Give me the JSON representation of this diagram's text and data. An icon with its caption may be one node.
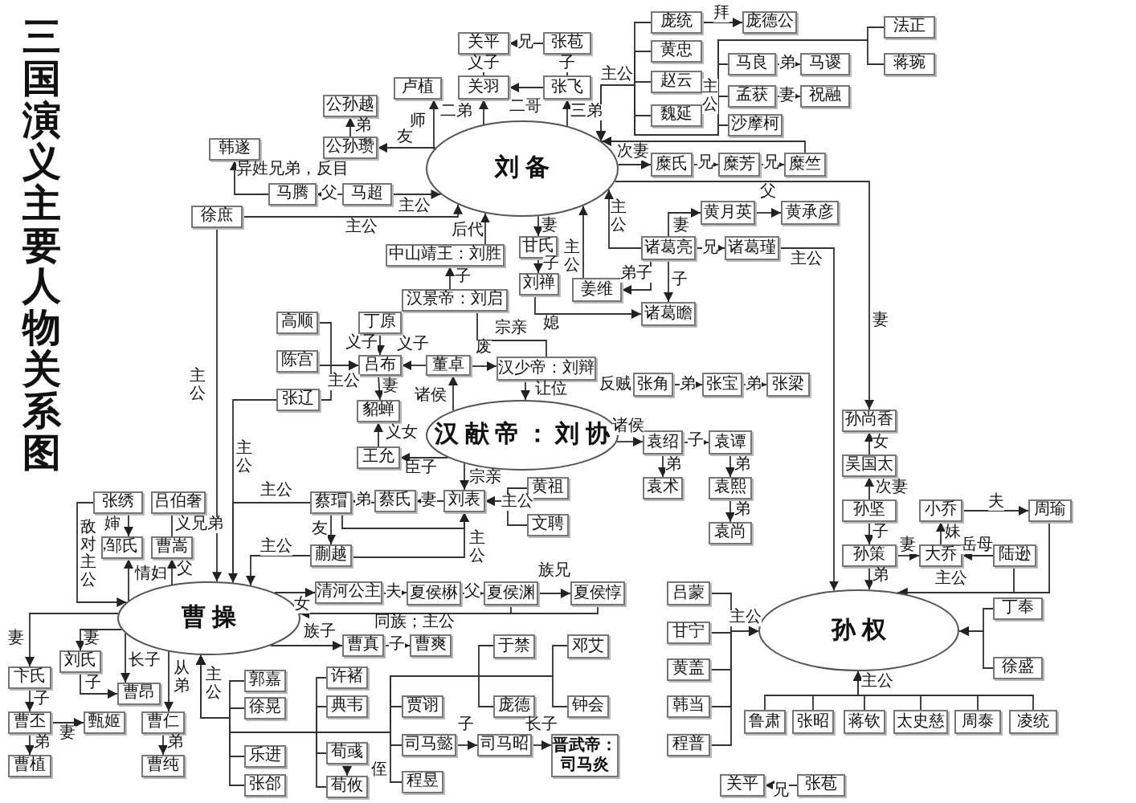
{
  "diagram": {
    "title": "三国演义主要人物关系图",
    "nodes": [
      {
        "text": [
          "刘备"
        ]
      },
      {
        "text": [
          "汉献帝：刘协"
        ]
      },
      {
        "text": [
          "曹操"
        ]
      },
      {
        "text": [
          "孙权"
        ]
      },
      {
        "text": [
          "关平"
        ]
      },
      {
        "text": [
          "张苞"
        ]
      },
      {
        "text": [
          "关羽"
        ]
      },
      {
        "text": [
          "张飞"
        ]
      },
      {
        "text": [
          "卢植"
        ]
      },
      {
        "text": [
          "公孙越"
        ]
      },
      {
        "text": [
          "公孙瓒"
        ]
      },
      {
        "text": [
          "韩遂"
        ]
      },
      {
        "text": [
          "马腾"
        ]
      },
      {
        "text": [
          "马超"
        ]
      },
      {
        "text": [
          "徐庶"
        ]
      },
      {
        "text": [
          "庞统"
        ]
      },
      {
        "text": [
          "庞德公"
        ]
      },
      {
        "text": [
          "黄忠"
        ]
      },
      {
        "text": [
          "赵云"
        ]
      },
      {
        "text": [
          "魏延"
        ]
      },
      {
        "text": [
          "马良"
        ]
      },
      {
        "text": [
          "孟获"
        ]
      },
      {
        "text": [
          "沙摩柯"
        ]
      },
      {
        "text": [
          "马谡"
        ]
      },
      {
        "text": [
          "祝融"
        ]
      },
      {
        "text": [
          "法正"
        ]
      },
      {
        "text": [
          "蒋琬"
        ]
      },
      {
        "text": [
          "糜氏"
        ]
      },
      {
        "text": [
          "糜芳"
        ]
      },
      {
        "text": [
          "糜竺"
        ]
      },
      {
        "text": [
          "中山靖王：刘胜"
        ]
      },
      {
        "text": [
          "汉景帝：刘启"
        ]
      },
      {
        "text": [
          "甘氏"
        ]
      },
      {
        "text": [
          "刘禅"
        ]
      },
      {
        "text": [
          "姜维"
        ]
      },
      {
        "text": [
          "诸葛亮"
        ]
      },
      {
        "text": [
          "黄月英"
        ]
      },
      {
        "text": [
          "黄承彦"
        ]
      },
      {
        "text": [
          "诸葛瑾"
        ]
      },
      {
        "text": [
          "诸葛瞻"
        ]
      },
      {
        "text": [
          "高顺"
        ]
      },
      {
        "text": [
          "丁原"
        ]
      },
      {
        "text": [
          "陈宫"
        ]
      },
      {
        "text": [
          "吕布"
        ]
      },
      {
        "text": [
          "董卓"
        ]
      },
      {
        "text": [
          "汉少帝：刘辩"
        ]
      },
      {
        "text": [
          "张角"
        ]
      },
      {
        "text": [
          "张宝"
        ]
      },
      {
        "text": [
          "张梁"
        ]
      },
      {
        "text": [
          "张辽"
        ]
      },
      {
        "text": [
          "貂蝉"
        ]
      },
      {
        "text": [
          "王允"
        ]
      },
      {
        "text": [
          "袁绍"
        ]
      },
      {
        "text": [
          "袁谭"
        ]
      },
      {
        "text": [
          "袁术"
        ]
      },
      {
        "text": [
          "袁熙"
        ]
      },
      {
        "text": [
          "袁尚"
        ]
      },
      {
        "text": [
          "孙尚香"
        ]
      },
      {
        "text": [
          "吴国太"
        ]
      },
      {
        "text": [
          "黄祖"
        ]
      },
      {
        "text": [
          "张绣"
        ]
      },
      {
        "text": [
          "吕伯奢"
        ]
      },
      {
        "text": [
          "蔡瑁"
        ]
      },
      {
        "text": [
          "蔡氏"
        ]
      },
      {
        "text": [
          "刘表"
        ]
      },
      {
        "text": [
          "孙坚"
        ]
      },
      {
        "text": [
          "小乔"
        ]
      },
      {
        "text": [
          "周瑜"
        ]
      },
      {
        "text": [
          "文聘"
        ]
      },
      {
        "text": [
          "邹氏"
        ]
      },
      {
        "text": [
          "曹嵩"
        ]
      },
      {
        "text": [
          "蒯越"
        ]
      },
      {
        "text": [
          "孙策"
        ]
      },
      {
        "text": [
          "大乔"
        ]
      },
      {
        "text": [
          "陆逊"
        ]
      },
      {
        "text": [
          "清河公主"
        ]
      },
      {
        "text": [
          "夏侯楙"
        ]
      },
      {
        "text": [
          "夏侯渊"
        ]
      },
      {
        "text": [
          "夏侯惇"
        ]
      },
      {
        "text": [
          "吕蒙"
        ]
      },
      {
        "text": [
          "丁奉"
        ]
      },
      {
        "text": [
          "甘宁"
        ]
      },
      {
        "text": [
          "曹真"
        ]
      },
      {
        "text": [
          "曹爽"
        ]
      },
      {
        "text": [
          "于禁"
        ]
      },
      {
        "text": [
          "邓艾"
        ]
      },
      {
        "text": [
          "刘氏"
        ]
      },
      {
        "text": [
          "徐盛"
        ]
      },
      {
        "text": [
          "黄盖"
        ]
      },
      {
        "text": [
          "卞氏"
        ]
      },
      {
        "text": [
          "许褚"
        ]
      },
      {
        "text": [
          "郭嘉"
        ]
      },
      {
        "text": [
          "曹昂"
        ]
      },
      {
        "text": [
          "典韦"
        ]
      },
      {
        "text": [
          "贾诩"
        ]
      },
      {
        "text": [
          "庞德"
        ]
      },
      {
        "text": [
          "钟会"
        ]
      },
      {
        "text": [
          "韩当"
        ]
      },
      {
        "text": [
          "徐晃"
        ]
      },
      {
        "text": [
          "鲁肃"
        ]
      },
      {
        "text": [
          "张昭"
        ]
      },
      {
        "text": [
          "蒋钦"
        ]
      },
      {
        "text": [
          "太史慈"
        ]
      },
      {
        "text": [
          "周泰"
        ]
      },
      {
        "text": [
          "凌统"
        ]
      },
      {
        "text": [
          "曹丕"
        ]
      },
      {
        "text": [
          "甄姬"
        ]
      },
      {
        "text": [
          "曹仁"
        ]
      },
      {
        "text": [
          "司马懿"
        ]
      },
      {
        "text": [
          "司马昭"
        ]
      },
      {
        "text": [
          "晋武帝：司马炎"
        ]
      },
      {
        "text": [
          "程普"
        ]
      },
      {
        "text": [
          "荀彧"
        ]
      },
      {
        "text": [
          "乐进"
        ]
      },
      {
        "text": [
          "曹植"
        ]
      },
      {
        "text": [
          "曹纯"
        ]
      },
      {
        "text": [
          "张郃"
        ]
      },
      {
        "text": [
          "程昱"
        ]
      },
      {
        "text": [
          "荀攸"
        ]
      },
      {
        "text": [
          "关平"
        ]
      },
      {
        "text": [
          "张苞"
        ]
      }
    ],
    "edges": [
      {
        "from": 0,
        "to": 6,
        "arrow": "to",
        "label": "二弟"
      },
      {
        "from": 6,
        "to": 4,
        "arrow": "to",
        "label": "义子"
      },
      {
        "from": 5,
        "to": 4,
        "arrow": "to",
        "label": "兄"
      },
      {
        "from": 7,
        "to": 5,
        "arrow": "to",
        "label": "子"
      },
      {
        "from": 7,
        "to": 6,
        "arrow": "to",
        "label": "二哥"
      },
      {
        "from": 0,
        "to": 7,
        "arrow": "to",
        "label": "三弟"
      },
      {
        "from": 0,
        "to": 8,
        "arrow": "to",
        "label": "师"
      },
      {
        "from": 0,
        "to": 10,
        "arrow": "to",
        "label": "友"
      },
      {
        "from": 10,
        "to": 9,
        "arrow": "to",
        "label": "弟"
      },
      {
        "from": 13,
        "to": 0,
        "arrow": "to",
        "label": "主公"
      },
      {
        "from": 13,
        "to": 12,
        "arrow": "to",
        "label": "父"
      },
      {
        "from": 12,
        "to": 11,
        "arrow": "to",
        "label": "异姓兄弟，反目"
      },
      {
        "from": 14,
        "to": 0,
        "arrow": "to",
        "label": "主公"
      },
      {
        "from": 14,
        "to": 2,
        "arrow": "to",
        "label": "主公"
      },
      {
        "from": 30,
        "to": 0,
        "arrow": "to",
        "label": "后代"
      },
      {
        "from": 31,
        "to": 30,
        "arrow": "to",
        "label": "子"
      },
      {
        "from": 31,
        "to": 45,
        "arrow": "none",
        "label": "宗亲"
      },
      {
        "from": 44,
        "to": 45,
        "arrow": "to",
        "label": "废"
      },
      {
        "from": 45,
        "to": 1,
        "arrow": "to",
        "label": "让位"
      },
      {
        "from": 44,
        "to": 43,
        "arrow": "to",
        "label": "义子"
      },
      {
        "from": 41,
        "to": 43,
        "arrow": "to",
        "label": "义子"
      },
      {
        "from": 43,
        "to": 50,
        "arrow": "to",
        "label": "妻"
      },
      {
        "from": 51,
        "to": 50,
        "arrow": "to",
        "label": "义女"
      },
      {
        "from": 40,
        "to": 43,
        "arrow": "to",
        "label": "主公"
      },
      {
        "from": 42,
        "to": 43,
        "arrow": "to"
      },
      {
        "from": 49,
        "to": 43,
        "arrow": "to"
      },
      {
        "from": 49,
        "to": 2,
        "arrow": "to",
        "label": "主公"
      },
      {
        "from": 1,
        "to": 44,
        "arrow": "to",
        "label": "诸侯"
      },
      {
        "from": 1,
        "to": 51,
        "arrow": "to",
        "label": "臣子"
      },
      {
        "from": 1,
        "to": 64,
        "arrow": "to",
        "label": "宗亲"
      },
      {
        "from": 64,
        "to": 63,
        "arrow": "to",
        "label": "妻"
      },
      {
        "from": 63,
        "to": 62,
        "arrow": "to",
        "label": "弟"
      },
      {
        "from": 62,
        "to": 71,
        "arrow": "to",
        "label": "友"
      },
      {
        "from": 59,
        "to": 64,
        "arrow": "to",
        "label": "主公"
      },
      {
        "from": 68,
        "to": 64,
        "arrow": "to"
      },
      {
        "from": 71,
        "to": 64,
        "arrow": "to",
        "label": "主公"
      },
      {
        "from": 62,
        "to": 64,
        "arrow": "to"
      },
      {
        "from": 62,
        "to": 2,
        "arrow": "to",
        "label": "主公"
      },
      {
        "from": 71,
        "to": 2,
        "arrow": "to",
        "label": "主公"
      },
      {
        "from": 1,
        "to": 52,
        "arrow": "to",
        "label": "诸侯"
      },
      {
        "from": 52,
        "to": 53,
        "arrow": "to",
        "label": "子"
      },
      {
        "from": 52,
        "to": 54,
        "arrow": "to",
        "label": "弟"
      },
      {
        "from": 53,
        "to": 55,
        "arrow": "to",
        "label": "弟"
      },
      {
        "from": 55,
        "to": 56,
        "arrow": "to",
        "label": "弟"
      },
      {
        "from": 46,
        "to": 47,
        "arrow": "to",
        "label": "弟"
      },
      {
        "from": 47,
        "to": 48,
        "arrow": "to",
        "label": "弟"
      },
      {
        "from": 0,
        "to": 27,
        "arrow": "to",
        "label": "次妻"
      },
      {
        "from": 27,
        "to": 28,
        "arrow": "to",
        "label": "兄"
      },
      {
        "from": 28,
        "to": 29,
        "arrow": "to",
        "label": "兄"
      },
      {
        "from": 29,
        "to": 0,
        "arrow": "to"
      },
      {
        "from": 0,
        "to": 57,
        "arrow": "to",
        "label": "妻"
      },
      {
        "from": 0,
        "to": 32,
        "arrow": "to",
        "label": "妻"
      },
      {
        "from": 32,
        "to": 33,
        "arrow": "to",
        "label": "子"
      },
      {
        "from": 33,
        "to": 39,
        "arrow": "to",
        "label": "媳"
      },
      {
        "from": 34,
        "to": 0,
        "arrow": "to",
        "label": "主公"
      },
      {
        "from": 35,
        "to": 0,
        "arrow": "to",
        "label": "主公"
      },
      {
        "from": 35,
        "to": 34,
        "arrow": "to",
        "label": "弟子"
      },
      {
        "from": 35,
        "to": 39,
        "arrow": "to",
        "label": "子"
      },
      {
        "from": 35,
        "to": 36,
        "arrow": "to",
        "label": "妻"
      },
      {
        "from": 36,
        "to": 37,
        "arrow": "to",
        "label": "父"
      },
      {
        "from": 35,
        "to": 38,
        "arrow": "to",
        "label": "兄"
      },
      {
        "from": 38,
        "to": 3,
        "arrow": "to",
        "label": "主公"
      },
      {
        "from": 15,
        "to": 16,
        "arrow": "to",
        "label": "拜"
      },
      {
        "from": 15,
        "to": 0,
        "arrow": "to"
      },
      {
        "from": 17,
        "to": 0,
        "arrow": "to"
      },
      {
        "from": 18,
        "to": 0,
        "arrow": "to",
        "label": "主公"
      },
      {
        "from": 19,
        "to": 0,
        "arrow": "to"
      },
      {
        "from": 20,
        "to": 0,
        "arrow": "to"
      },
      {
        "from": 21,
        "to": 0,
        "arrow": "to"
      },
      {
        "from": 22,
        "to": 0,
        "arrow": "to",
        "label": "主公"
      },
      {
        "from": 25,
        "to": 0,
        "arrow": "to"
      },
      {
        "from": 26,
        "to": 0,
        "arrow": "to"
      },
      {
        "from": 20,
        "to": 23,
        "arrow": "to",
        "label": "弟"
      },
      {
        "from": 21,
        "to": 24,
        "arrow": "to",
        "label": "妻"
      },
      {
        "from": 60,
        "to": 69,
        "arrow": "to",
        "label": "婶"
      },
      {
        "from": 2,
        "to": 69,
        "arrow": "to",
        "label": "情妇"
      },
      {
        "from": 2,
        "to": 70,
        "arrow": "to",
        "label": "父"
      },
      {
        "from": 61,
        "to": 70,
        "arrow": "none",
        "label": "义兄弟"
      },
      {
        "from": 60,
        "to": 2,
        "arrow": "to",
        "label": "敌对，主公"
      },
      {
        "from": 2,
        "to": 89,
        "arrow": "to",
        "label": "妻"
      },
      {
        "from": 2,
        "to": 86,
        "arrow": "to",
        "label": "妻"
      },
      {
        "from": 86,
        "to": 92,
        "arrow": "to",
        "label": "子"
      },
      {
        "from": 2,
        "to": 92,
        "arrow": "to",
        "label": "长子"
      },
      {
        "from": 2,
        "to": 107,
        "arrow": "to",
        "label": "从弟"
      },
      {
        "from": 89,
        "to": 105,
        "arrow": "to",
        "label": "子"
      },
      {
        "from": 105,
        "to": 106,
        "arrow": "to",
        "label": "妻"
      },
      {
        "from": 105,
        "to": 114,
        "arrow": "to",
        "label": "弟"
      },
      {
        "from": 107,
        "to": 115,
        "arrow": "to",
        "label": "弟"
      },
      {
        "from": 2,
        "to": 75,
        "arrow": "to",
        "label": "女"
      },
      {
        "from": 75,
        "to": 76,
        "arrow": "to",
        "label": "夫"
      },
      {
        "from": 76,
        "to": 77,
        "arrow": "to",
        "label": "父"
      },
      {
        "from": 77,
        "to": 78,
        "arrow": "to",
        "label": "族兄"
      },
      {
        "from": 77,
        "to": 2,
        "arrow": "to",
        "label": "同族；主公"
      },
      {
        "from": 78,
        "to": 2,
        "arrow": "to"
      },
      {
        "from": 2,
        "to": 82,
        "arrow": "to",
        "label": "族子"
      },
      {
        "from": 82,
        "to": 83,
        "arrow": "to",
        "label": "子"
      },
      {
        "from": 108,
        "to": 109,
        "arrow": "to",
        "label": "子"
      },
      {
        "from": 109,
        "to": 110,
        "arrow": "to",
        "label": "长子"
      },
      {
        "from": 112,
        "to": 118,
        "arrow": "to",
        "label": "侄"
      },
      {
        "from": 91,
        "to": 2,
        "arrow": "to",
        "label": "主公"
      },
      {
        "from": 98,
        "to": 2,
        "arrow": "to"
      },
      {
        "from": 113,
        "to": 2,
        "arrow": "to"
      },
      {
        "from": 116,
        "to": 2,
        "arrow": "to"
      },
      {
        "from": 90,
        "to": 2,
        "arrow": "to"
      },
      {
        "from": 93,
        "to": 2,
        "arrow": "to"
      },
      {
        "from": 112,
        "to": 2,
        "arrow": "to"
      },
      {
        "from": 118,
        "to": 2,
        "arrow": "to"
      },
      {
        "from": 94,
        "to": 2,
        "arrow": "to"
      },
      {
        "from": 108,
        "to": 2,
        "arrow": "to"
      },
      {
        "from": 117,
        "to": 2,
        "arrow": "to"
      },
      {
        "from": 84,
        "to": 2,
        "arrow": "to"
      },
      {
        "from": 95,
        "to": 2,
        "arrow": "to"
      },
      {
        "from": 85,
        "to": 2,
        "arrow": "to"
      },
      {
        "from": 96,
        "to": 2,
        "arrow": "to"
      },
      {
        "from": 79,
        "to": 3,
        "arrow": "to"
      },
      {
        "from": 81,
        "to": 3,
        "arrow": "to",
        "label": "主公"
      },
      {
        "from": 88,
        "to": 3,
        "arrow": "to"
      },
      {
        "from": 97,
        "to": 3,
        "arrow": "to"
      },
      {
        "from": 111,
        "to": 3,
        "arrow": "to"
      },
      {
        "from": 58,
        "to": 57,
        "arrow": "to",
        "label": "女"
      },
      {
        "from": 65,
        "to": 58,
        "arrow": "to",
        "label": "次妻"
      },
      {
        "from": 65,
        "to": 72,
        "arrow": "to",
        "label": "子"
      },
      {
        "from": 72,
        "to": 73,
        "arrow": "to",
        "label": "妻"
      },
      {
        "from": 73,
        "to": 66,
        "arrow": "to",
        "label": "妹"
      },
      {
        "from": 66,
        "to": 67,
        "arrow": "to",
        "label": "夫"
      },
      {
        "from": 74,
        "to": 73,
        "arrow": "to",
        "label": "岳母"
      },
      {
        "from": 72,
        "to": 3,
        "arrow": "to",
        "label": "弟"
      },
      {
        "from": 74,
        "to": 3,
        "arrow": "to",
        "label": "主公"
      },
      {
        "from": 67,
        "to": 3,
        "arrow": "to"
      },
      {
        "from": 80,
        "to": 3,
        "arrow": "to"
      },
      {
        "from": 87,
        "to": 3,
        "arrow": "to"
      },
      {
        "from": 99,
        "to": 3,
        "arrow": "to",
        "label": "主公"
      },
      {
        "from": 100,
        "to": 3,
        "arrow": "to"
      },
      {
        "from": 101,
        "to": 3,
        "arrow": "to"
      },
      {
        "from": 102,
        "to": 3,
        "arrow": "to"
      },
      {
        "from": 103,
        "to": 3,
        "arrow": "to"
      },
      {
        "from": 104,
        "to": 3,
        "arrow": "to"
      },
      {
        "from": 120,
        "to": 119,
        "arrow": "to",
        "label": "兄"
      }
    ],
    "labels": [
      "反贼"
    ]
  }
}
